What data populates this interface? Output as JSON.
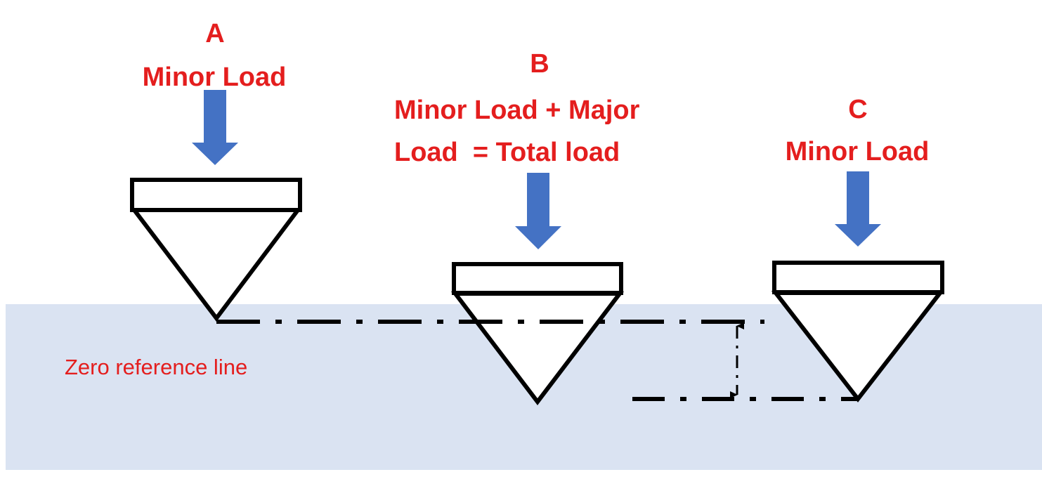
{
  "colors": {
    "label": "#e41e1e",
    "arrow": "#4472c4",
    "material": "#dae3f2",
    "indenter_stroke": "#000000",
    "background": "#ffffff"
  },
  "stages": [
    {
      "letter": "A",
      "load_line1": "Minor Load",
      "load_line2": ""
    },
    {
      "letter": "B",
      "load_line1": "Minor Load + Major",
      "load_line2": "Load  = Total load"
    },
    {
      "letter": "C",
      "load_line1": "Minor Load",
      "load_line2": ""
    }
  ],
  "reference": {
    "zero_line_label": "Zero reference line"
  }
}
